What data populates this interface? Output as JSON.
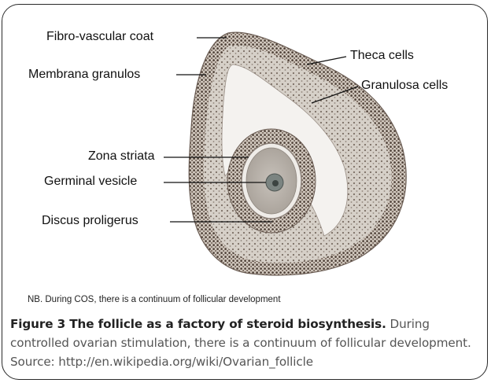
{
  "labels": {
    "fibro_vascular_coat": "Fibro-vascular coat",
    "membrana_granulos": "Membrana granulos",
    "theca_cells": "Theca cells",
    "granulosa_cells": "Granulosa cells",
    "zona_striata": "Zona striata",
    "germinal_vesicle": "Germinal vesicle",
    "discus_proligerus": "Discus proligerus"
  },
  "note": "NB. During COS, there is a continuum of follicular development",
  "caption": {
    "title": "Figure 3 The follicle as a factory of steroid biosynthesis.",
    "text": " During controlled ovarian stimulation, there is a continuum of follicular development. Source: http://en.wikipedia.org/wiki/Ovarian_follicle"
  }
}
